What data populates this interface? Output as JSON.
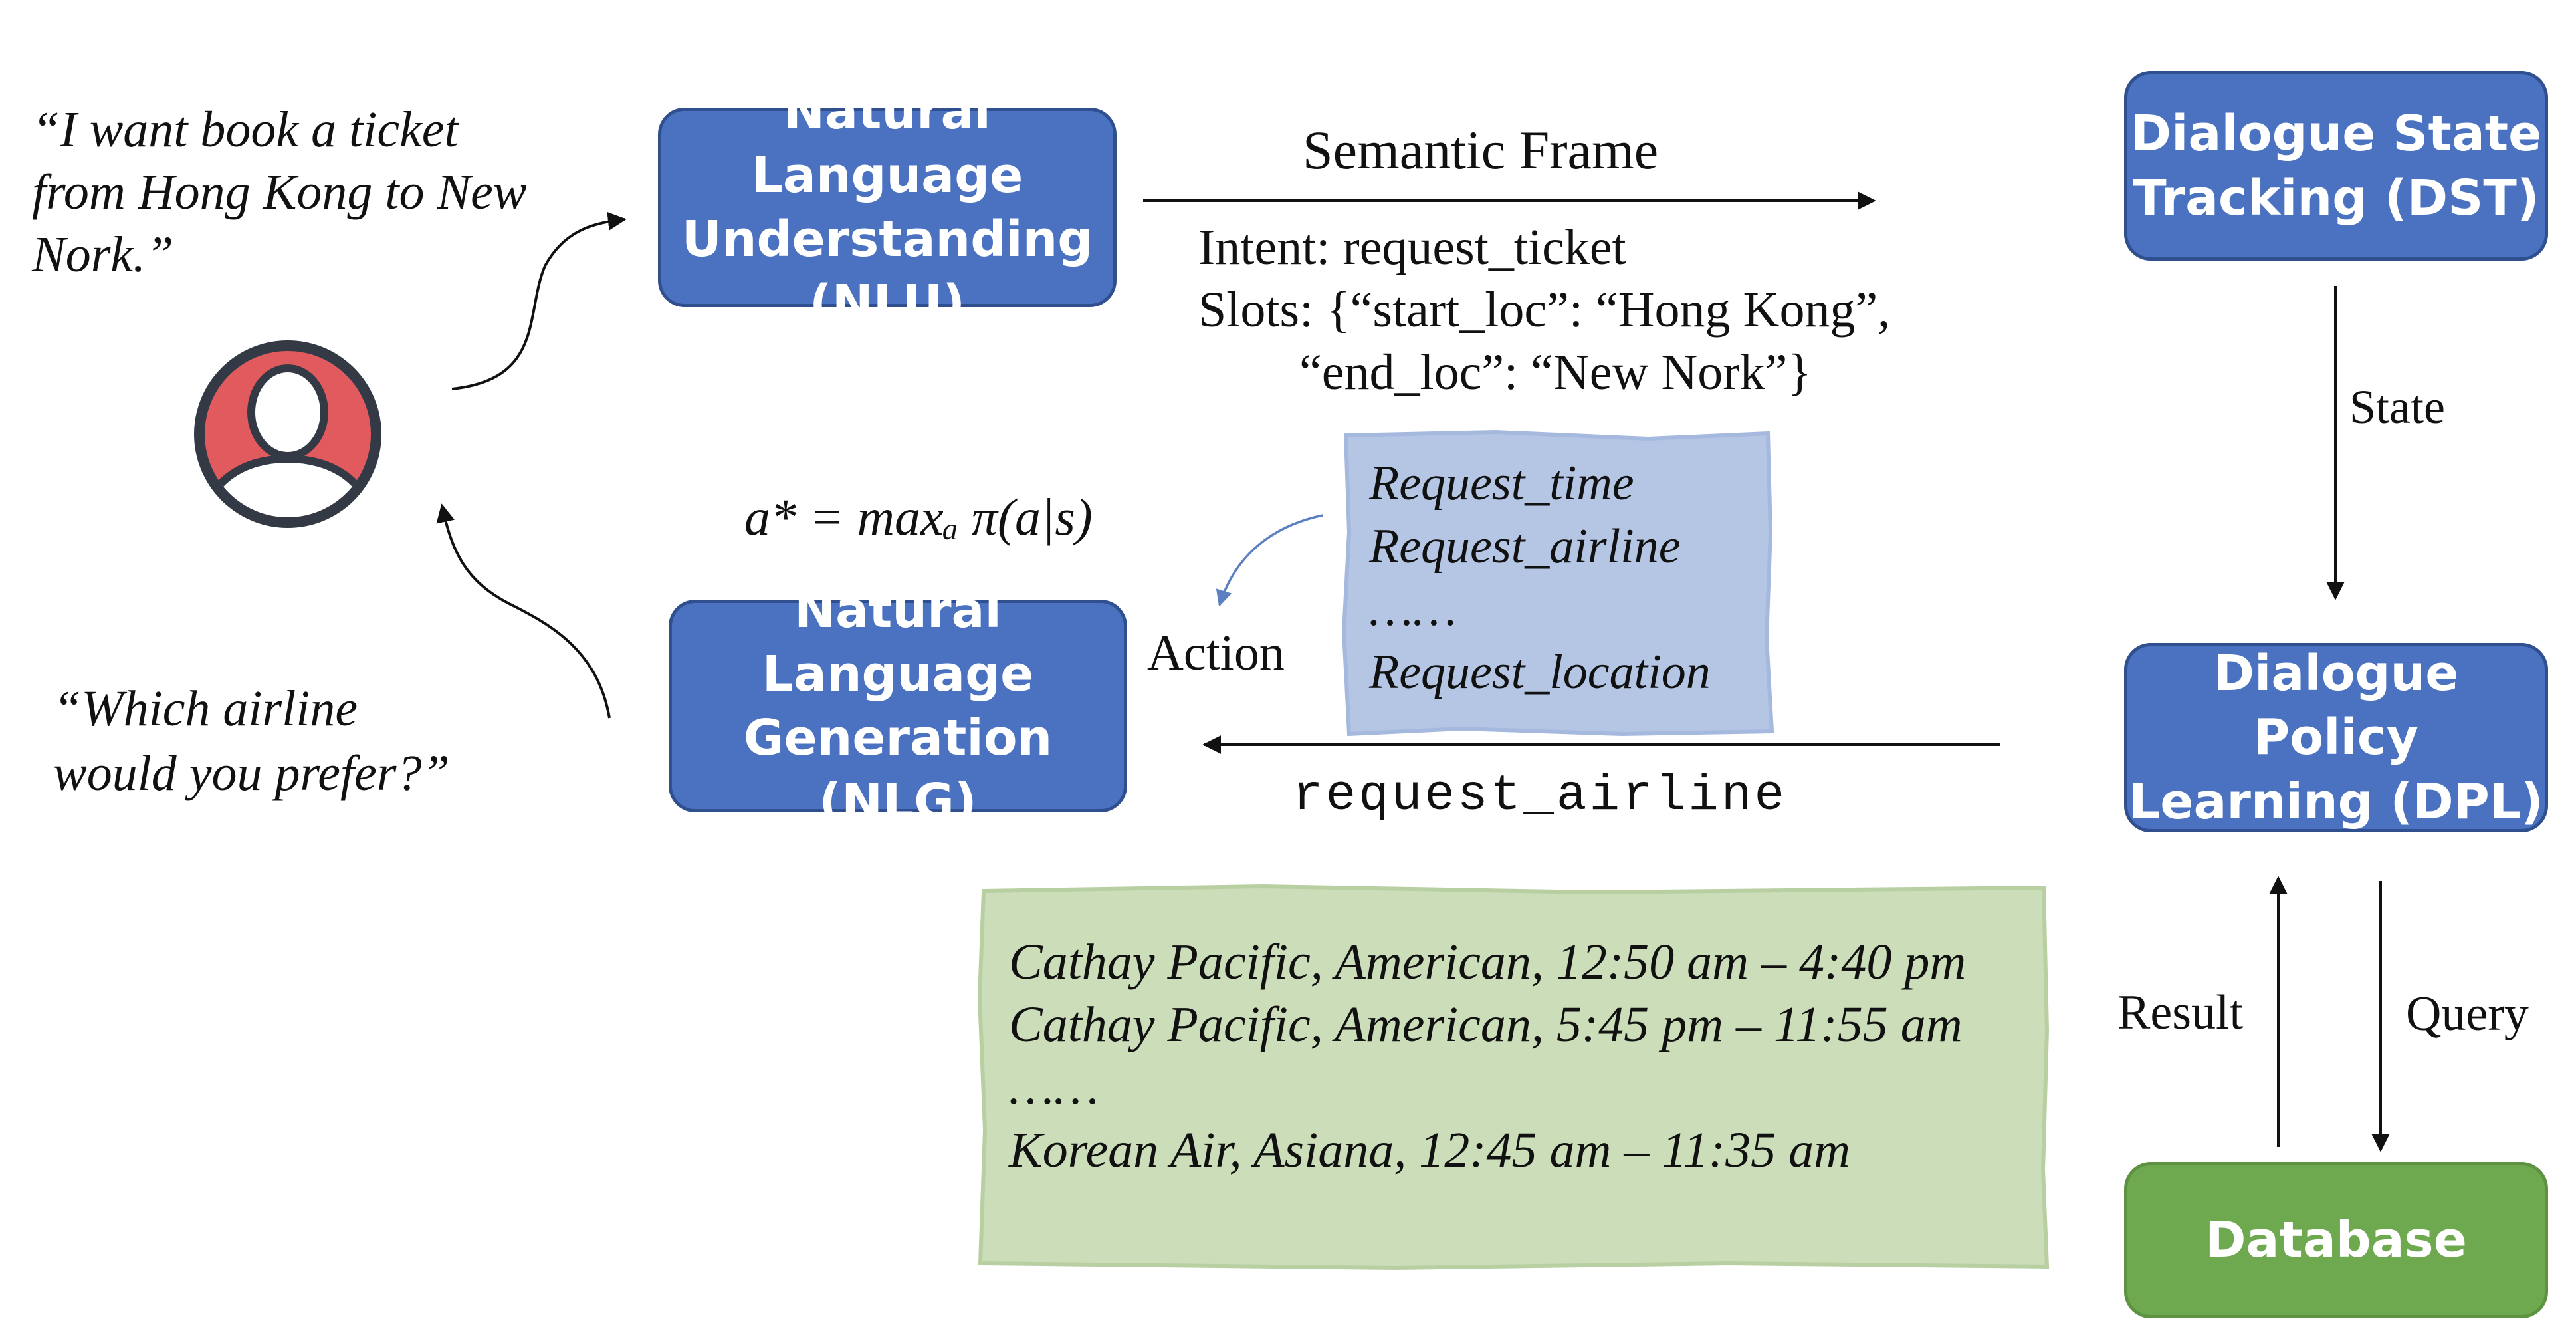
{
  "user_quote": "“I want book a ticket\nfrom Hong Kong to New\nNork.”",
  "system_quote": "“Which airline\nwould you prefer?”",
  "nlu_label": "Natural Language\nUnderstanding\n(NLU)",
  "nlg_label": "Natural\nLanguage\nGeneration (NLG)",
  "dst_label": "Dialogue State\nTracking (DST)",
  "dpl_label": "Dialogue Policy\nLearning (DPL)",
  "db_label": "Database",
  "semantic_frame_label": "Semantic Frame",
  "semantic_frame_content": "Intent: request_ticket\nSlots: {“start_loc”: “Hong Kong”,\n        “end_loc”: “New Nork”}",
  "state_label": "State",
  "result_label": "Result",
  "query_label": "Query",
  "action_label": "Action",
  "policy_formula": "a* = maxₐ π(a|s)",
  "action_candidates": "Request_time\nRequest_airline\n……\nRequest_location",
  "selected_action": "request_airline",
  "db_results": "Cathay Pacific, American, 12:50 am – 4:40 pm\nCathay Pacific, American, 5:45 pm – 11:55 am\n……\nKorean Air, Asiana, 12:45 am – 11:35 am",
  "colors": {
    "module_blue": "#4a72c0",
    "database_green": "#6ea84f",
    "action_panel": "#b4c6e4",
    "results_panel": "#cbddb9",
    "avatar_red": "#e05a5e"
  }
}
